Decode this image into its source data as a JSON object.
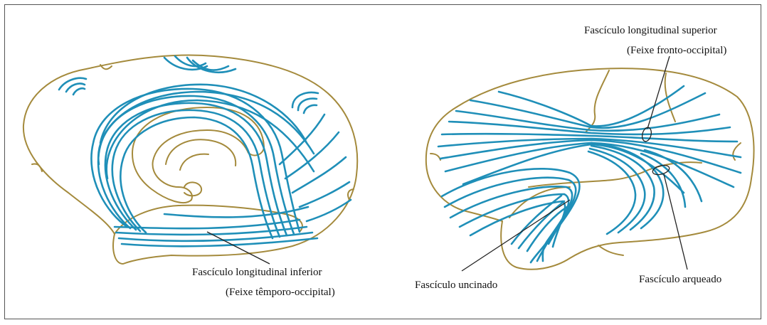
{
  "colors": {
    "outline": "#a48a3c",
    "fiber": "#1f8fb8",
    "text": "#111111",
    "frame": "#555555"
  },
  "labels": {
    "inferior_title": "Fascículo longitudinal inferior",
    "inferior_sub": "(Feixe têmporo-occipital)",
    "superior_title": "Fascículo longitudinal superior",
    "superior_sub": "(Feixe fronto-occipital)",
    "uncinate": "Fascículo uncinado",
    "arcuate": "Fascículo arqueado"
  }
}
